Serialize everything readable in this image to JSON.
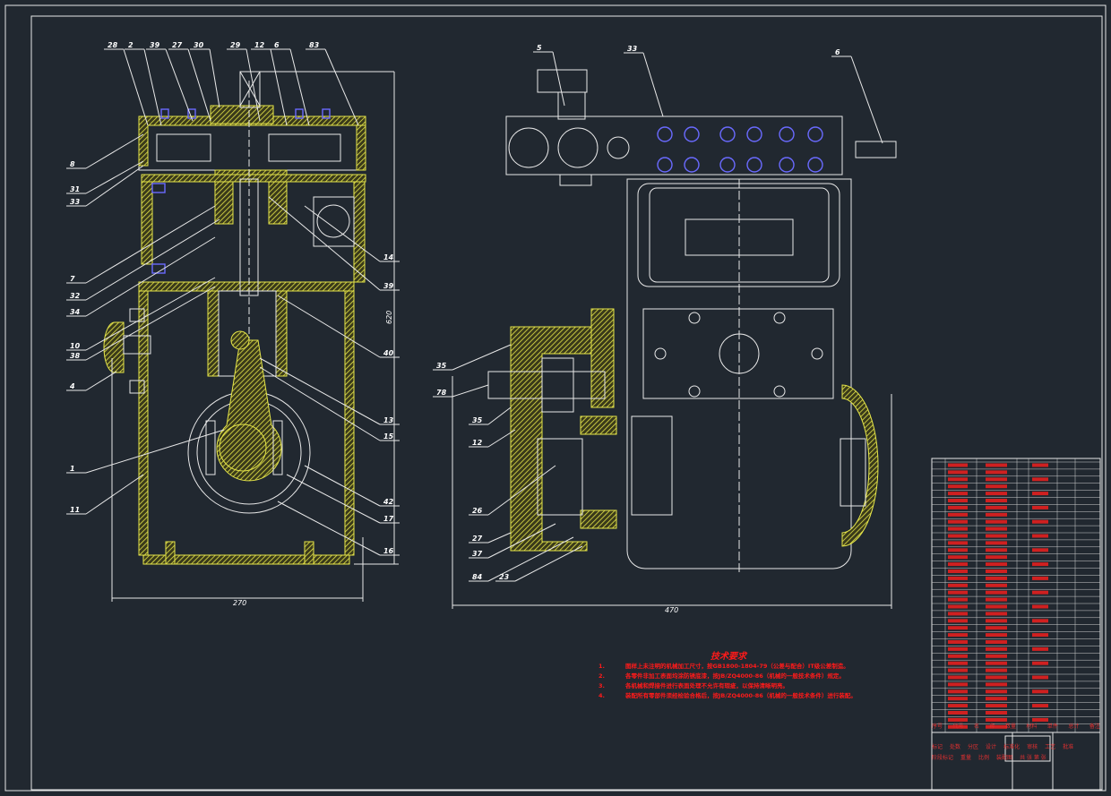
{
  "drawing": {
    "labels_left_top": [
      "28",
      "2",
      "39",
      "27",
      "30",
      "29",
      "12",
      "6",
      "83"
    ],
    "labels_left_side": [
      "8",
      "31",
      "33",
      "7",
      "32",
      "34",
      "10",
      "38",
      "4",
      "1",
      "11"
    ],
    "labels_left_right": [
      "14",
      "39",
      "40",
      "13",
      "15",
      "42",
      "17",
      "16"
    ],
    "labels_right_view": [
      "5",
      "33",
      "6",
      "35",
      "78",
      "35",
      "12",
      "26",
      "27",
      "37",
      "84",
      "23"
    ],
    "dimensions": {
      "width_left": "270",
      "width_right": "470",
      "height": "620"
    }
  },
  "tech_requirements": {
    "title": "技术要求",
    "items": [
      {
        "num": "1.",
        "text": "图样上未注明的机械加工尺寸，按GB1800-1804-79（公差与配合）IT级公差制造。"
      },
      {
        "num": "2.",
        "text": "各零件非加工表面均涂防锈底漆，按JB/ZQ4000-86（机械的一般技术条件）规定。"
      },
      {
        "num": "3.",
        "text": "各机械和焊接件进行表面处理不允许有瑕疵，以保持清晰明亮。"
      },
      {
        "num": "4.",
        "text": "装配所有零部件须经检验合格后，按JB/ZQ4000-86（机械的一般技术条件）进行装配。"
      }
    ]
  },
  "title_block": {
    "header": [
      "序号",
      "代号",
      "名",
      "称",
      "数量",
      "材料",
      "单件",
      "总计",
      "备注"
    ],
    "fields": [
      "标记",
      "处数",
      "分区",
      "设计",
      "标准化",
      "审核",
      "工艺",
      "批准",
      "阶段标记",
      "重量",
      "比例",
      "装配图",
      "共 张 第 张"
    ]
  },
  "colors": {
    "background": "#212830",
    "hatch": "#e6e64a",
    "line": "#e8e8e8",
    "text_red": "#ff1a1a",
    "bolt": "#6a6aff"
  }
}
